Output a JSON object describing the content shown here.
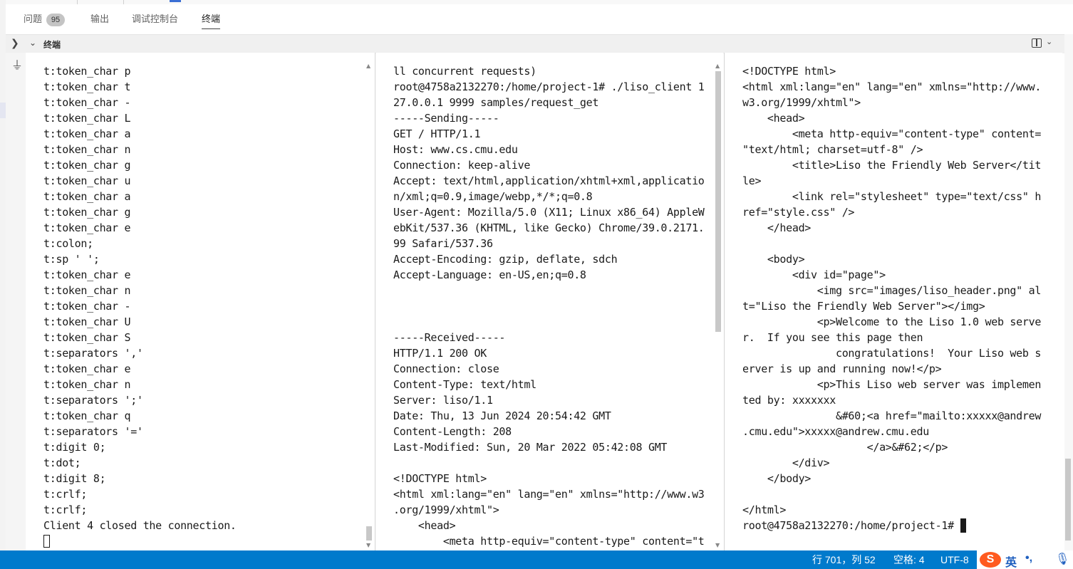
{
  "panel": {
    "tabs": [
      {
        "label": "问题",
        "badge": "95"
      },
      {
        "label": "输出"
      },
      {
        "label": "调试控制台"
      },
      {
        "label": "终端",
        "active": true
      }
    ],
    "terminal_title": "终端"
  },
  "panes": {
    "left": "t:token_char p\nt:token_char t\nt:token_char -\nt:token_char L\nt:token_char a\nt:token_char n\nt:token_char g\nt:token_char u\nt:token_char a\nt:token_char g\nt:token_char e\nt:colon;\nt:sp ' ';\nt:token_char e\nt:token_char n\nt:token_char -\nt:token_char U\nt:token_char S\nt:separators ','\nt:token_char e\nt:token_char n\nt:separators ';'\nt:token_char q\nt:separators '='\nt:digit 0;\nt:dot;\nt:digit 8;\nt:crlf;\nt:crlf;\nClient 4 closed the connection.",
    "middle": "ll concurrent requests)\nroot@4758a2132270:/home/project-1# ./liso_client 1\n27.0.0.1 9999 samples/request_get\n-----Sending-----\nGET / HTTP/1.1\nHost: www.cs.cmu.edu\nConnection: keep-alive\nAccept: text/html,application/xhtml+xml,applicatio\nn/xml;q=0.9,image/webp,*/*;q=0.8\nUser-Agent: Mozilla/5.0 (X11; Linux x86_64) AppleW\nebKit/537.36 (KHTML, like Gecko) Chrome/39.0.2171.\n99 Safari/537.36\nAccept-Encoding: gzip, deflate, sdch\nAccept-Language: en-US,en;q=0.8\n\n\n\n-----Received-----\nHTTP/1.1 200 OK\nConnection: close\nContent-Type: text/html\nServer: liso/1.1\nDate: Thu, 13 Jun 2024 20:54:42 GMT\nContent-Length: 208\nLast-Modified: Sun, 20 Mar 2022 05:42:08 GMT\n\n<!DOCTYPE html>\n<html xml:lang=\"en\" lang=\"en\" xmlns=\"http://www.w3\n.org/1999/xhtml\">\n    <head>\n        <meta http-equiv=\"content-type\" content=\"t\next/html; charset=utf-8\" />",
    "right": "<!DOCTYPE html>\n<html xml:lang=\"en\" lang=\"en\" xmlns=\"http://www.\nw3.org/1999/xhtml\">\n    <head>\n        <meta http-equiv=\"content-type\" content=\n\"text/html; charset=utf-8\" />\n        <title>Liso the Friendly Web Server</tit\nle>\n        <link rel=\"stylesheet\" type=\"text/css\" h\nref=\"style.css\" />\n    </head>\n\n    <body>\n        <div id=\"page\">\n            <img src=\"images/liso_header.png\" al\nt=\"Liso the Friendly Web Server\"></img>\n            <p>Welcome to the Liso 1.0 web serve\nr.  If you see this page then\n               congratulations!  Your Liso web s\nerver is up and running now!</p>\n            <p>This Liso web server was implemen\nted by: xxxxxxx\n               &#60;<a href=\"mailto:xxxxx@andrew\n.cmu.edu\">xxxxx@andrew.cmu.edu\n                    </a>&#62;</p>\n        </div>\n    </body>\n\n</html>\n",
    "right_prompt": "root@4758a2132270:/home/project-1# "
  },
  "statusbar": {
    "position": "行 701，列 52",
    "spaces": "空格: 4",
    "encoding": "UTF-8",
    "ime_mode": "英",
    "ime_punct": "•,"
  },
  "icons": {
    "expand": "chevron-right-icon",
    "collapse": "chevron-down-icon",
    "split": "split-terminal-icon",
    "plug": "plug-icon",
    "ime": "sogou-ime-icon",
    "mic": "microphone-icon"
  },
  "colors": {
    "statusbar_bg": "#007acc",
    "ime_logo": "#ff5a1f",
    "ime_text": "#1f5fbf"
  }
}
